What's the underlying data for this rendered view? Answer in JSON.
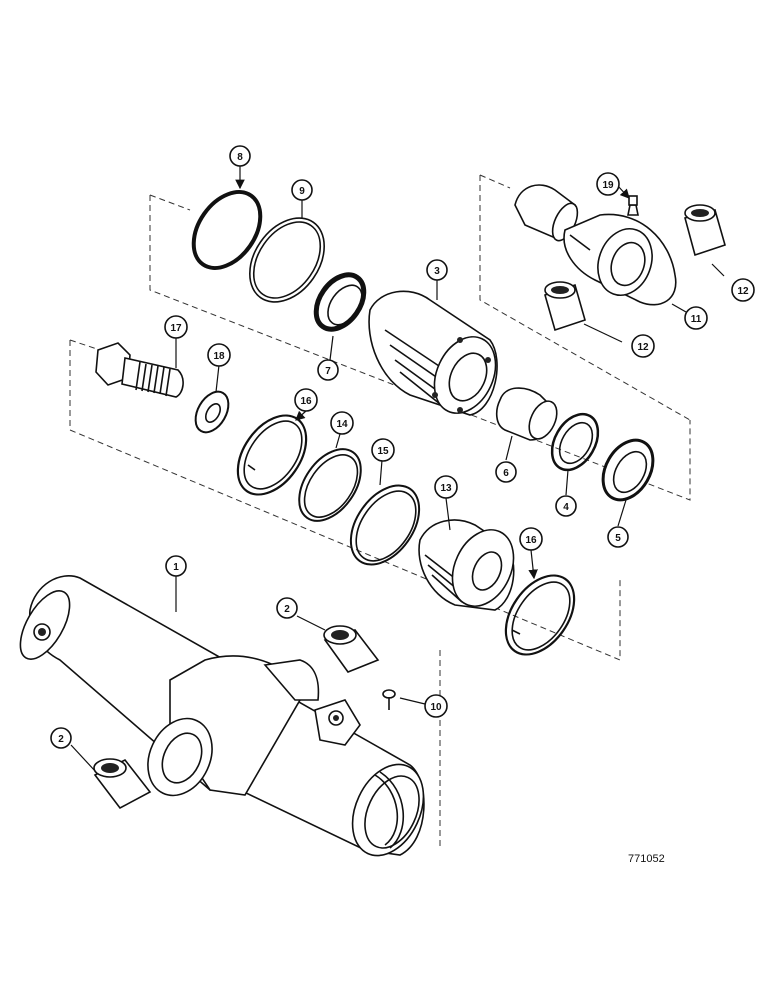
{
  "drawing_code": "771052",
  "callouts": {
    "c1": "1",
    "c2a": "2",
    "c2b": "2",
    "c3": "3",
    "c4": "4",
    "c5": "5",
    "c6": "6",
    "c7": "7",
    "c8": "8",
    "c9": "9",
    "c10": "10",
    "c11": "11",
    "c12a": "12",
    "c12b": "12",
    "c13": "13",
    "c14": "14",
    "c15": "15",
    "c16a": "16",
    "c16b": "16",
    "c17": "17",
    "c18": "18",
    "c19": "19"
  }
}
